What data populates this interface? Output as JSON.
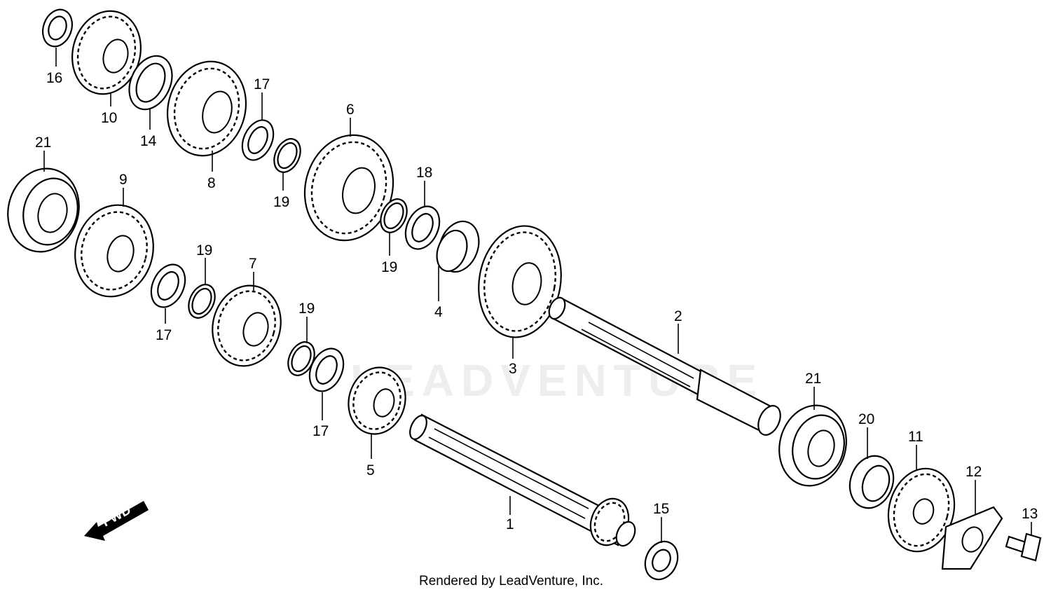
{
  "watermark": "LEADVENTURE",
  "footer": "Rendered by LeadVenture, Inc.",
  "fwd_label": "FWD",
  "callouts": [
    "16",
    "10",
    "14",
    "8",
    "17",
    "19",
    "6",
    "18",
    "19",
    "21",
    "9",
    "19",
    "7",
    "17",
    "19",
    "17",
    "4",
    "3",
    "2",
    "5",
    "1",
    "15",
    "21",
    "20",
    "11",
    "12",
    "13"
  ]
}
